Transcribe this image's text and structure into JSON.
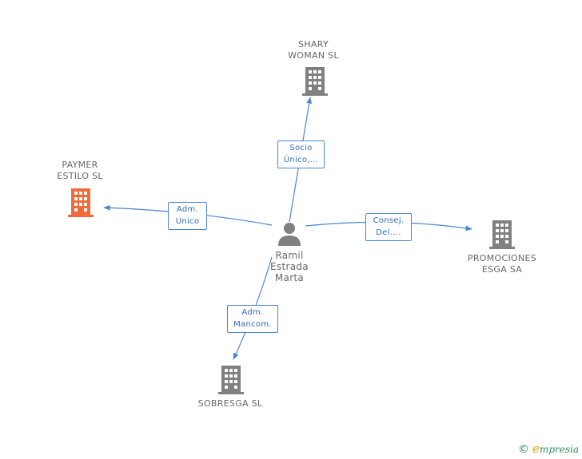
{
  "center": {
    "name": "Ramil\nEstrada\nMarta"
  },
  "companies": [
    {
      "id": "shary",
      "name": "SHARY\nWOMAN  SL",
      "color": "#808080"
    },
    {
      "id": "paymer",
      "name": "PAYMER\nESTILO SL",
      "color": "#f26a3a"
    },
    {
      "id": "promociones",
      "name": "PROMOCIONES\nESGA SA",
      "color": "#808080"
    },
    {
      "id": "sobresga",
      "name": "SOBRESGA SL",
      "color": "#808080"
    }
  ],
  "relations": [
    {
      "to": "shary",
      "label": "Socio\nÚnico,..."
    },
    {
      "to": "paymer",
      "label": "Adm.\nUnico"
    },
    {
      "to": "promociones",
      "label": "Consej.\nDel...."
    },
    {
      "to": "sobresga",
      "label": "Adm.\nMancom."
    }
  ],
  "footer": {
    "copyright": "©",
    "brand_first": "e",
    "brand_rest": "mpresia"
  },
  "colors": {
    "edge": "#4a86d4",
    "person": "#808080"
  }
}
